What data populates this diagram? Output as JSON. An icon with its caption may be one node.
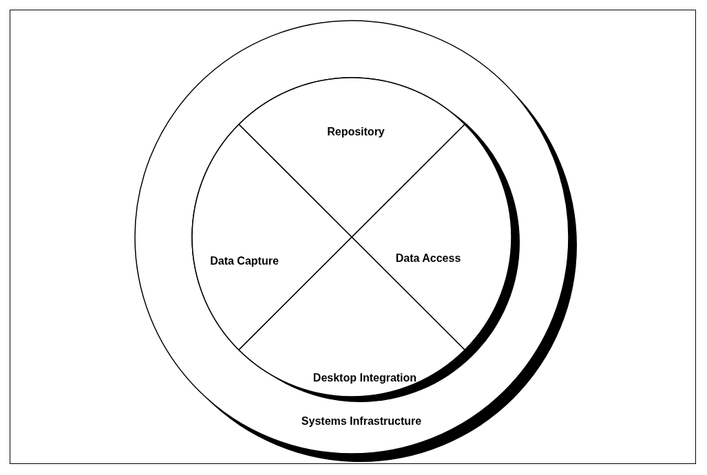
{
  "diagram": {
    "nodes": [
      {
        "text": [
          "Systems Infrastructure"
        ]
      },
      {
        "text": [
          "Repository"
        ],
        "in": 0
      },
      {
        "text": [
          "Data Capture"
        ],
        "in": 0
      },
      {
        "text": [
          "Data Access"
        ],
        "in": 0
      },
      {
        "text": [
          "Desktop Integration"
        ],
        "in": 0
      }
    ]
  }
}
